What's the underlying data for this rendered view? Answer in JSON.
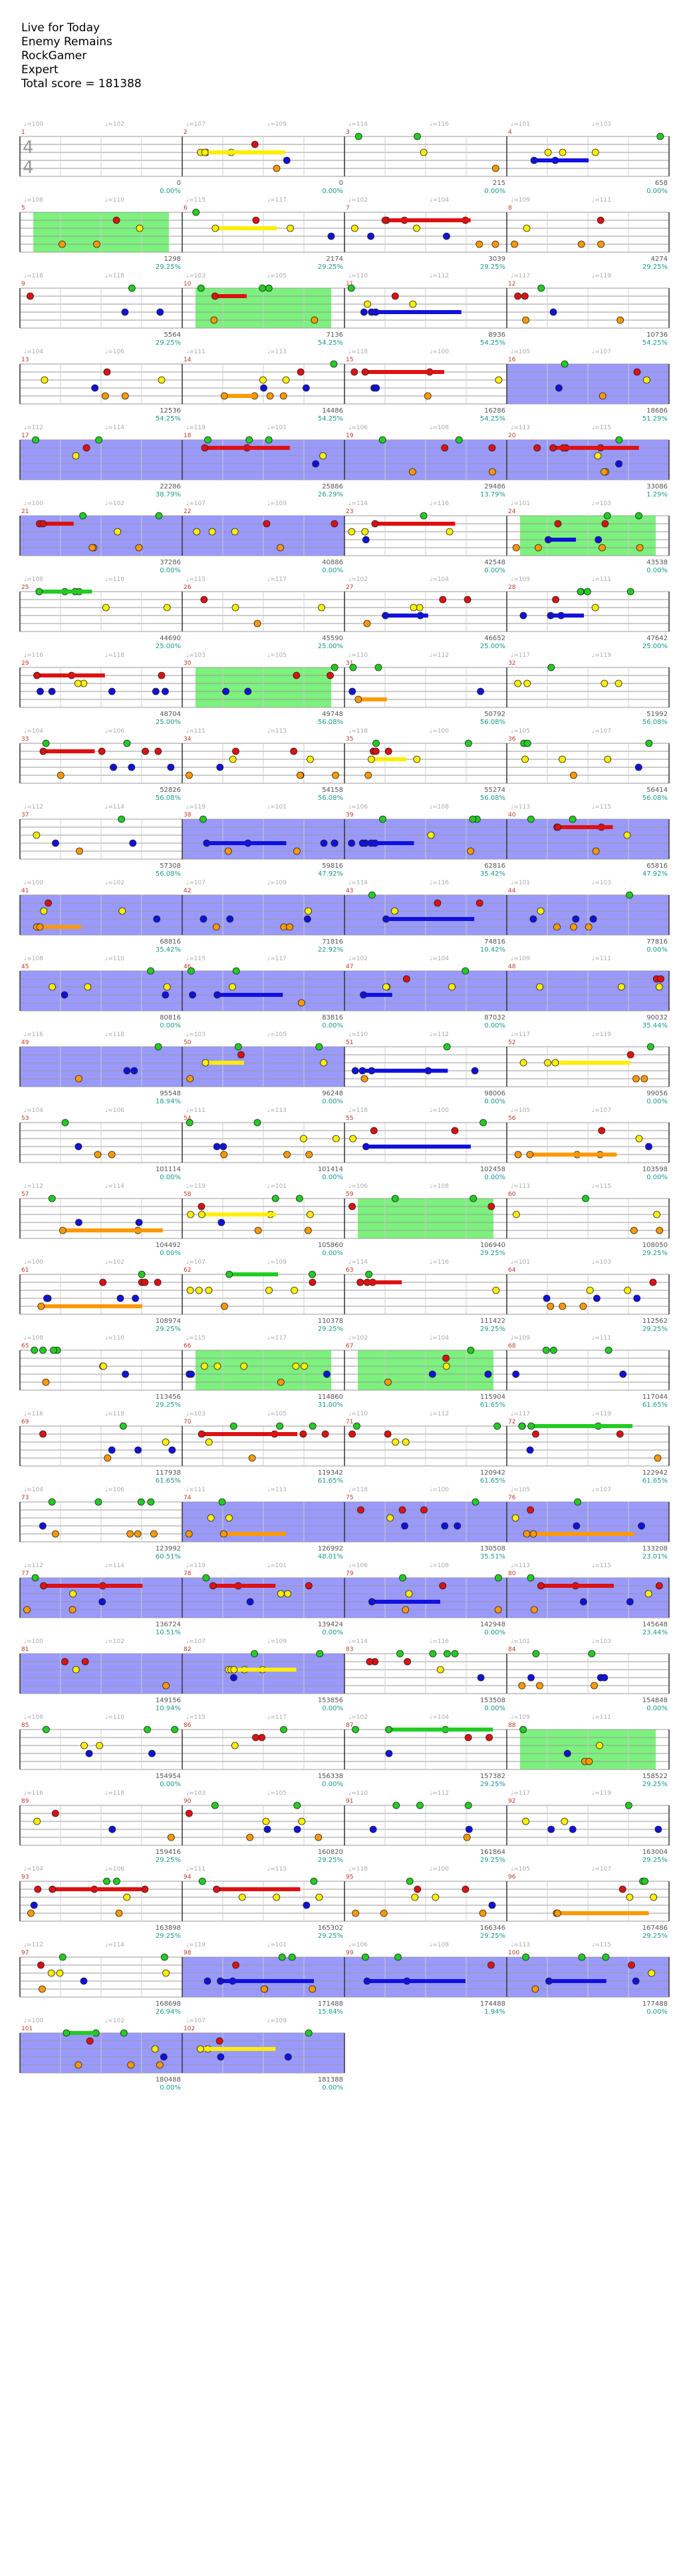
{
  "header": {
    "song_title": "Live for Today",
    "artist": "Enemy Remains",
    "charter": "RockGamer",
    "difficulty": "Expert",
    "total_score_label": "Total score = 181388"
  },
  "time_signature": {
    "top": "4",
    "bottom": "4"
  },
  "colors": {
    "green": "#22cc22",
    "red": "#dd1111",
    "yellow": "#ffee00",
    "blue": "#1111dd",
    "orange": "#ff9900",
    "star_power": "#66ee66",
    "overdrive": "#7777ff"
  },
  "measure_scores": [
    {
      "measure": 1,
      "score": "0",
      "pct": "0.00%"
    },
    {
      "measure": 2,
      "score": "0",
      "pct": "0.00%"
    },
    {
      "measure": 3,
      "score": "215",
      "pct": "0.00%"
    },
    {
      "measure": 4,
      "score": "658",
      "pct": "0.00%"
    },
    {
      "measure": 5,
      "score": "1298",
      "pct": "29.25%"
    },
    {
      "measure": 6,
      "score": "2174",
      "pct": "29.25%"
    },
    {
      "measure": 7,
      "score": "3039",
      "pct": "29.25%"
    },
    {
      "measure": 8,
      "score": "4274",
      "pct": "29.25%"
    },
    {
      "measure": 9,
      "score": "5564",
      "pct": "29.25%"
    },
    {
      "measure": 10,
      "score": "7136",
      "pct": "54.25%"
    },
    {
      "measure": 11,
      "score": "8936",
      "pct": "54.25%"
    },
    {
      "measure": 12,
      "score": "10736",
      "pct": "54.25%"
    },
    {
      "measure": 13,
      "score": "12536",
      "pct": "54.25%"
    },
    {
      "measure": 14,
      "score": "14486",
      "pct": "54.25%"
    },
    {
      "measure": 15,
      "score": "16286",
      "pct": "54.25%"
    },
    {
      "measure": 16,
      "score": "18686",
      "pct": "51.29%"
    },
    {
      "measure": 17,
      "score": "22286",
      "pct": "38.79%"
    },
    {
      "measure": 18,
      "score": "25886",
      "pct": "26.29%"
    },
    {
      "measure": 19,
      "score": "29486",
      "pct": "13.79%"
    },
    {
      "measure": 20,
      "score": "33086",
      "pct": "1.29%"
    },
    {
      "measure": 21,
      "score": "37286",
      "pct": "0.00%"
    },
    {
      "measure": 22,
      "score": "40886",
      "pct": "0.00%"
    },
    {
      "measure": 23,
      "score": "42548",
      "pct": "0.00%"
    },
    {
      "measure": 24,
      "score": "43538",
      "pct": "0.00%"
    },
    {
      "measure": 25,
      "score": "44690",
      "pct": "25.00%"
    },
    {
      "measure": 26,
      "score": "45590",
      "pct": "25.00%"
    },
    {
      "measure": 27,
      "score": "46652",
      "pct": "25.00%"
    },
    {
      "measure": 28,
      "score": "47642",
      "pct": "25.00%"
    },
    {
      "measure": 29,
      "score": "48704",
      "pct": "25.00%"
    },
    {
      "measure": 30,
      "score": "49748",
      "pct": "56.08%"
    },
    {
      "measure": 31,
      "score": "50792",
      "pct": "56.08%"
    },
    {
      "measure": 32,
      "score": "51992",
      "pct": "56.08%"
    },
    {
      "measure": 33,
      "score": "52826",
      "pct": "56.08%"
    },
    {
      "measure": 34,
      "score": "54158",
      "pct": "56.08%"
    },
    {
      "measure": 35,
      "score": "55274",
      "pct": "56.08%"
    },
    {
      "measure": 36,
      "score": "56414",
      "pct": "56.08%"
    },
    {
      "measure": 37,
      "score": "57308",
      "pct": "56.08%"
    },
    {
      "measure": 38,
      "score": "59816",
      "pct": "47.92%"
    },
    {
      "measure": 39,
      "score": "62816",
      "pct": "35.42%"
    },
    {
      "measure": 40,
      "score": "65816",
      "pct": "47.92%"
    },
    {
      "measure": 41,
      "score": "68816",
      "pct": "35.42%"
    },
    {
      "measure": 42,
      "score": "71816",
      "pct": "22.92%"
    },
    {
      "measure": 43,
      "score": "74816",
      "pct": "10.42%"
    },
    {
      "measure": 44,
      "score": "77816",
      "pct": "0.00%"
    },
    {
      "measure": 45,
      "score": "80816",
      "pct": "0.00%"
    },
    {
      "measure": 46,
      "score": "83816",
      "pct": "0.00%"
    },
    {
      "measure": 47,
      "score": "87032",
      "pct": "0.00%"
    },
    {
      "measure": 48,
      "score": "90032",
      "pct": "35.44%"
    },
    {
      "measure": 49,
      "score": "95548",
      "pct": "18.94%"
    },
    {
      "measure": 50,
      "score": "96248",
      "pct": "0.00%"
    },
    {
      "measure": 51,
      "score": "98006",
      "pct": "0.00%"
    },
    {
      "measure": 52,
      "score": "99056",
      "pct": "0.00%"
    },
    {
      "measure": 53,
      "score": "101114",
      "pct": "0.00%"
    },
    {
      "measure": 54,
      "score": "101414",
      "pct": "0.00%"
    },
    {
      "measure": 55,
      "score": "102458",
      "pct": "0.00%"
    },
    {
      "measure": 56,
      "score": "103598",
      "pct": "0.00%"
    },
    {
      "measure": 57,
      "score": "104492",
      "pct": "0.00%"
    },
    {
      "measure": 58,
      "score": "105860",
      "pct": "0.00%"
    },
    {
      "measure": 59,
      "score": "106940",
      "pct": "29.25%"
    },
    {
      "measure": 60,
      "score": "108050",
      "pct": "29.25%"
    },
    {
      "measure": 61,
      "score": "108974",
      "pct": "29.25%"
    },
    {
      "measure": 62,
      "score": "110378",
      "pct": "29.25%"
    },
    {
      "measure": 63,
      "score": "111422",
      "pct": "29.25%"
    },
    {
      "measure": 64,
      "score": "112562",
      "pct": "29.25%"
    },
    {
      "measure": 65,
      "score": "113456",
      "pct": "29.25%"
    },
    {
      "measure": 66,
      "score": "114860",
      "pct": "31.00%"
    },
    {
      "measure": 67,
      "score": "115904",
      "pct": "61.65%"
    },
    {
      "measure": 68,
      "score": "117044",
      "pct": "61.65%"
    },
    {
      "measure": 69,
      "score": "117938",
      "pct": "61.65%"
    },
    {
      "measure": 70,
      "score": "119342",
      "pct": "61.65%"
    },
    {
      "measure": 71,
      "score": "120942",
      "pct": "61.65%"
    },
    {
      "measure": 72,
      "score": "122942",
      "pct": "61.65%"
    },
    {
      "measure": 73,
      "score": "123992",
      "pct": "60.51%"
    },
    {
      "measure": 74,
      "score": "126992",
      "pct": "48.01%"
    },
    {
      "measure": 75,
      "score": "130508",
      "pct": "35.51%"
    },
    {
      "measure": 76,
      "score": "133208",
      "pct": "23.01%"
    },
    {
      "measure": 77,
      "score": "136724",
      "pct": "10.51%"
    },
    {
      "measure": 78,
      "score": "139424",
      "pct": "0.00%"
    },
    {
      "measure": 79,
      "score": "142948",
      "pct": "0.00%"
    },
    {
      "measure": 80,
      "score": "145648",
      "pct": "23.44%"
    },
    {
      "measure": 81,
      "score": "149156",
      "pct": "10.94%"
    },
    {
      "measure": 82,
      "score": "153856",
      "pct": "0.00%"
    },
    {
      "measure": 83,
      "score": "153508",
      "pct": "0.00%"
    },
    {
      "measure": 84,
      "score": "154848",
      "pct": "0.00%"
    },
    {
      "measure": 85,
      "score": "154954",
      "pct": "0.00%"
    },
    {
      "measure": 86,
      "score": "156338",
      "pct": "0.00%"
    },
    {
      "measure": 87,
      "score": "157382",
      "pct": "29.25%"
    },
    {
      "measure": 88,
      "score": "158522",
      "pct": "29.25%"
    },
    {
      "measure": 89,
      "score": "159416",
      "pct": "29.25%"
    },
    {
      "measure": 90,
      "score": "160820",
      "pct": "29.25%"
    },
    {
      "measure": 91,
      "score": "161864",
      "pct": "29.25%"
    },
    {
      "measure": 92,
      "score": "163004",
      "pct": "29.25%"
    },
    {
      "measure": 93,
      "score": "163898",
      "pct": "29.25%"
    },
    {
      "measure": 94,
      "score": "165302",
      "pct": "29.25%"
    },
    {
      "measure": 95,
      "score": "166346",
      "pct": "29.25%"
    },
    {
      "measure": 96,
      "score": "167486",
      "pct": "29.25%"
    },
    {
      "measure": 97,
      "score": "168698",
      "pct": "26.94%"
    },
    {
      "measure": 98,
      "score": "171488",
      "pct": "15.84%"
    },
    {
      "measure": 99,
      "score": "174488",
      "pct": "1.94%"
    },
    {
      "measure": 100,
      "score": "177488",
      "pct": "0.00%"
    },
    {
      "measure": 101,
      "score": "180488",
      "pct": "0.00%"
    },
    {
      "measure": 102,
      "score": "181388",
      "pct": "0.00%"
    }
  ]
}
